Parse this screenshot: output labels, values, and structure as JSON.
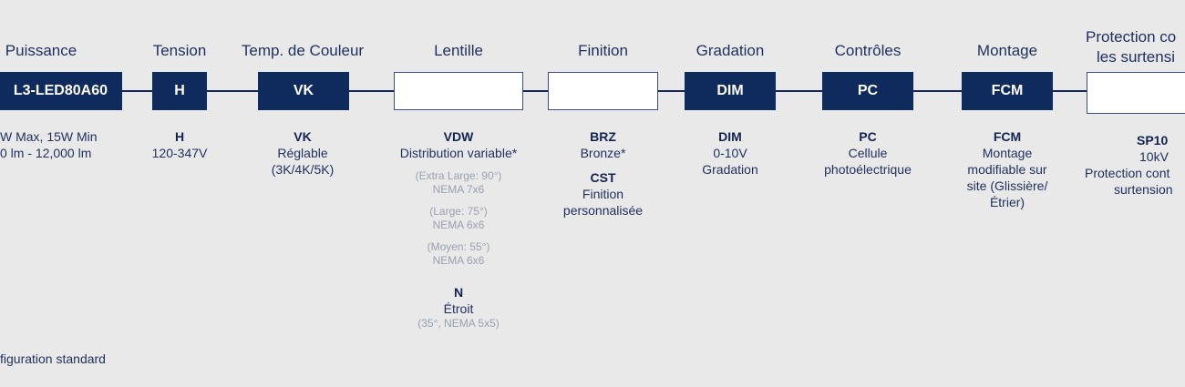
{
  "columns": {
    "puissance": {
      "header": "Puissance",
      "code": "L3-LED80A60",
      "lines": [
        "W Max, 15W Min",
        "0 lm  - 12,000 lm"
      ]
    },
    "tension": {
      "header": "Tension",
      "code": "H",
      "opt_code": "H",
      "lines": [
        "120-347V"
      ]
    },
    "temp": {
      "header": "Temp. de Couleur",
      "code": "VK",
      "opt_code": "VK",
      "lines": [
        "Réglable",
        "(3K/4K/5K)"
      ]
    },
    "lentille": {
      "header": "Lentille",
      "code": "",
      "opt1_code": "VDW",
      "opt1_line": "Distribution variable*",
      "sub": [
        {
          "a": "(Extra Large: 90°)",
          "b": "NEMA 7x6"
        },
        {
          "a": "(Large: 75°)",
          "b": "NEMA 6x6"
        },
        {
          "a": "(Moyen: 55°)",
          "b": "NEMA 6x6"
        }
      ],
      "opt2_code": "N",
      "opt2_line": "Étroit",
      "opt2_sub": "(35°, NEMA 5x5)"
    },
    "finition": {
      "header": "Finition",
      "code": "",
      "opt1_code": "BRZ",
      "opt1_line": "Bronze*",
      "opt2_code": "CST",
      "opt2_lines": [
        "Finition",
        "personnalisée"
      ]
    },
    "gradation": {
      "header": "Gradation",
      "code": "DIM",
      "opt_code": "DIM",
      "lines": [
        "0-10V",
        "Gradation"
      ]
    },
    "controles": {
      "header": "Contrôles",
      "code": "PC",
      "opt_code": "PC",
      "lines": [
        "Cellule",
        "photoélectrique"
      ]
    },
    "montage": {
      "header": "Montage",
      "code": "FCM",
      "opt_code": "FCM",
      "lines": [
        "Montage",
        "modifiable sur",
        "site (Glissière/",
        "Étrier)"
      ]
    },
    "protection": {
      "header_lines": [
        "Protection co",
        "les surtensi"
      ],
      "code": "",
      "opt_code": "SP10",
      "lines": [
        "10kV",
        "Protection cont",
        "surtension"
      ]
    }
  },
  "footer": "figuration standard"
}
